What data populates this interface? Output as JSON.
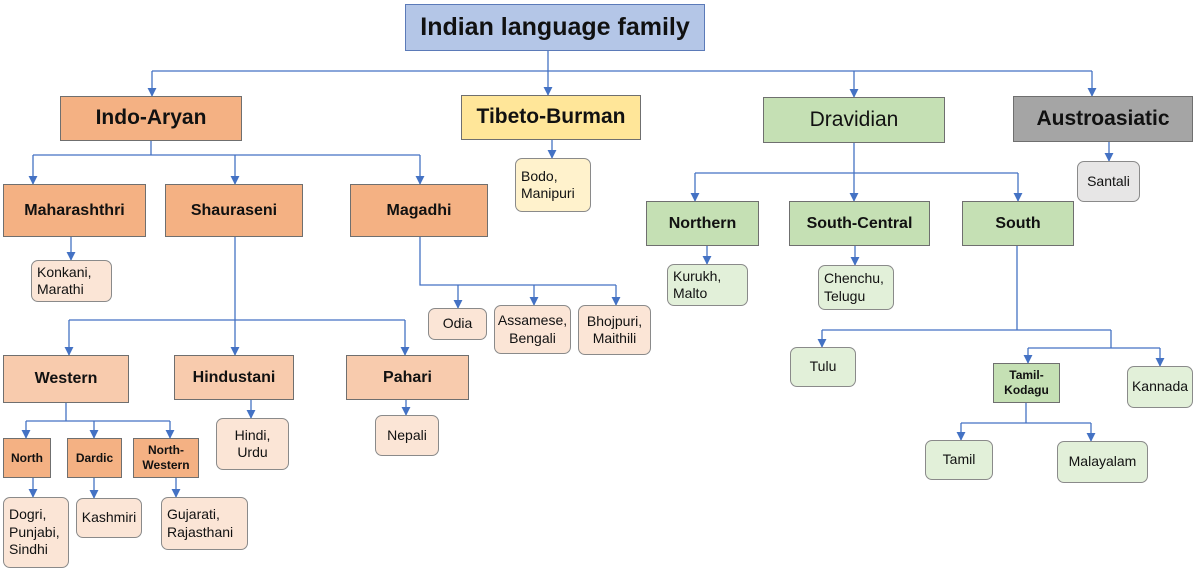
{
  "nodes": {
    "root": "Indian language family",
    "indo_aryan": "Indo-Aryan",
    "tibeto_burman": "Tibeto-Burman",
    "dravidian": "Dravidian",
    "austroasiatic": "Austroasiatic",
    "maharashthri": "Maharashthri",
    "shauraseni": "Shauraseni",
    "magadhi": "Magadhi",
    "western": "Western",
    "hindustani": "Hindustani",
    "pahari": "Pahari",
    "north": "North",
    "dardic": "Dardic",
    "north_western": [
      "North-",
      "Western"
    ],
    "northern": "Northern",
    "south_central": "South-Central",
    "south": "South",
    "tamil_kodagu": [
      "Tamil-",
      "Kodagu"
    ]
  },
  "languages": {
    "bodo_manipuri": [
      "Bodo,",
      "Manipuri"
    ],
    "santali": [
      "Santali"
    ],
    "konkani_marathi": [
      "Konkani,",
      "Marathi"
    ],
    "odia": [
      "Odia"
    ],
    "assamese_bengali": [
      "Assamese,",
      "Bengali"
    ],
    "bhojpuri_maithili": [
      "Bhojpuri,",
      "Maithili"
    ],
    "hindi_urdu": [
      "Hindi,",
      "Urdu"
    ],
    "nepali": [
      "Nepali"
    ],
    "dogri_punjabi_sindhi": [
      "Dogri,",
      "Punjabi,",
      "Sindhi"
    ],
    "kashmiri": [
      "Kashmiri"
    ],
    "gujarati_rajasthani": [
      "Gujarati,",
      "Rajasthani"
    ],
    "kurukh_malto": [
      "Kurukh,",
      "Malto"
    ],
    "chenchu_telugu": [
      "Chenchu,",
      "Telugu"
    ],
    "tulu": [
      "Tulu"
    ],
    "kannada": [
      "Kannada"
    ],
    "tamil": [
      "Tamil"
    ],
    "malayalam": [
      "Malayalam"
    ]
  },
  "colors": {
    "line": "#4472c4",
    "indo_aryan": "#f4b183",
    "tibeto_burman": "#ffe699",
    "dravidian": "#c5e0b4",
    "austroasiatic": "#a5a5a5",
    "root": "#b4c6e7"
  }
}
